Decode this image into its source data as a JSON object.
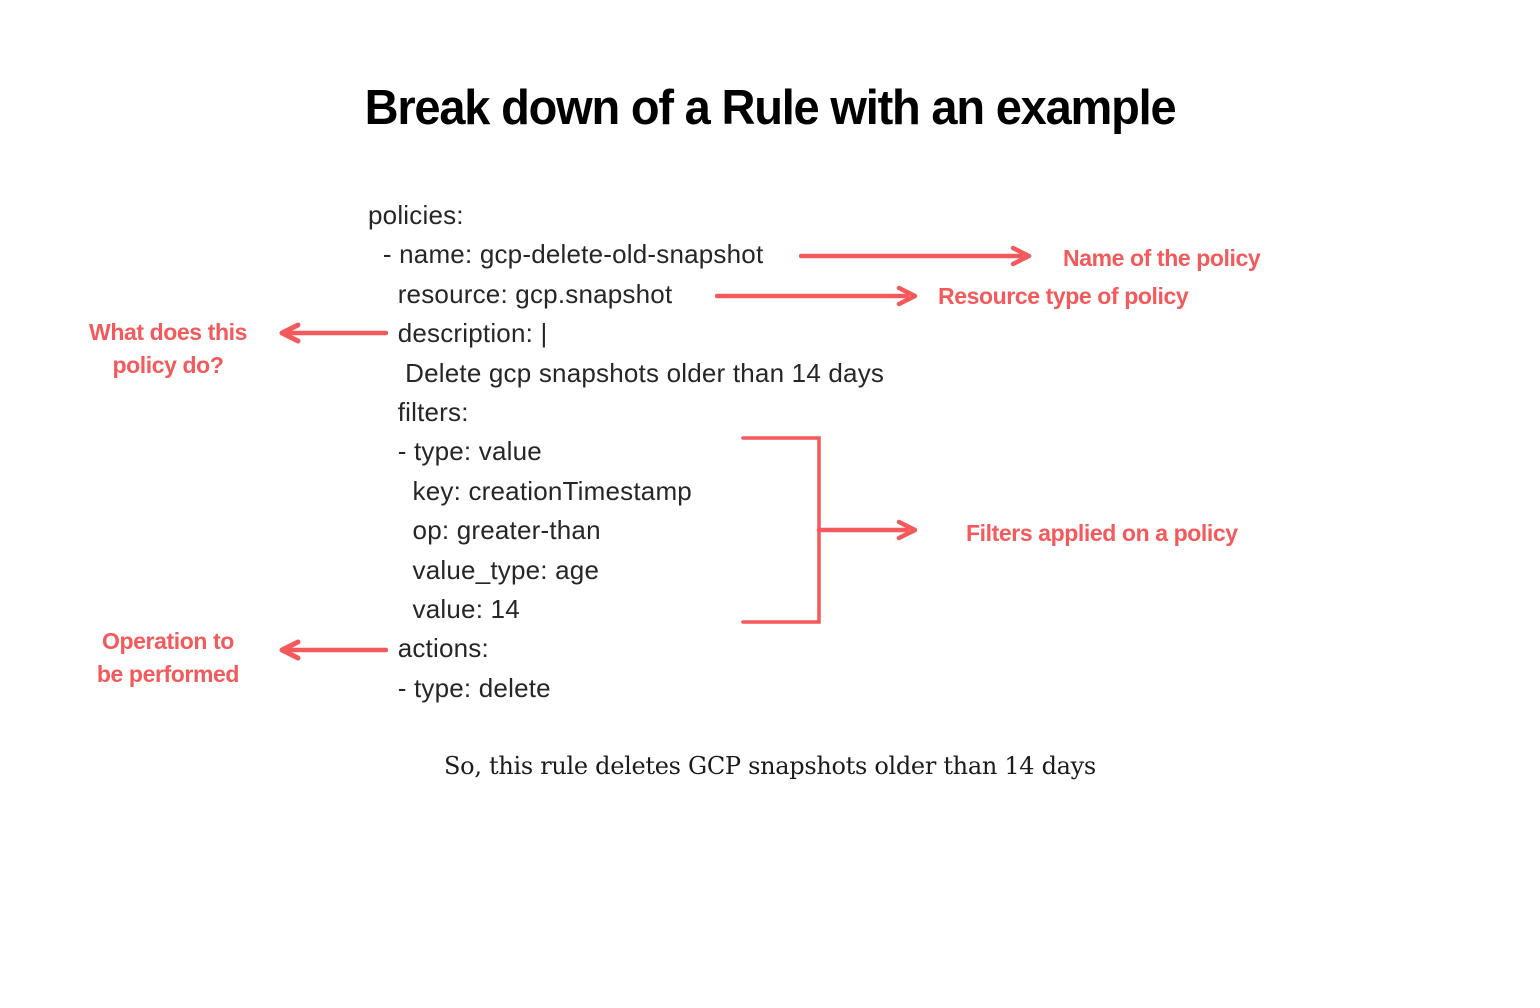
{
  "title": "Break down of a Rule with an example",
  "code": {
    "lines": [
      "policies:",
      "  - name: gcp-delete-old-snapshot",
      "    resource: gcp.snapshot",
      "    description: |",
      "     Delete gcp snapshots older than 14 days",
      "    filters:",
      "    - type: value",
      "      key: creationTimestamp",
      "      op: greater-than",
      "      value_type: age",
      "      value: 14",
      "    actions:",
      "    - type: delete"
    ]
  },
  "labels": {
    "name": "Name of the policy",
    "resource": "Resource type of policy",
    "description": [
      "What does this",
      "policy do?"
    ],
    "filters": "Filters applied on a policy",
    "actions": [
      "Operation to",
      "be performed"
    ]
  },
  "caption": "So, this rule deletes GCP snapshots older than 14 days",
  "colors": {
    "accent_red": "#f4595b",
    "title_black": "#000000",
    "code_text": "#262626"
  }
}
